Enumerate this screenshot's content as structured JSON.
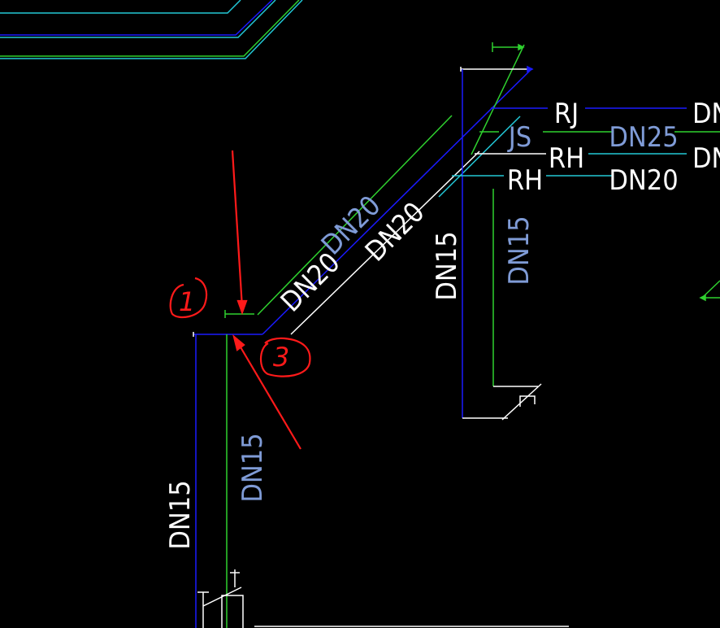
{
  "drawing": {
    "colors": {
      "background": "#000000",
      "blue_pipe": "#1a1aff",
      "green_pipe": "#2fd12f",
      "cyan_pipe": "#22c7d6",
      "white_line": "#ffffff",
      "label_white": "#ffffff",
      "label_blue": "#7f9bd6",
      "markup_red": "#ff1a1a"
    },
    "labels": {
      "diag_upper_dn20": "DN20",
      "diag_lower_dn20_a": "DN20",
      "diag_lower_dn20_b": "DN20",
      "riser_left_dn15": "DN15",
      "riser_mid_dn15": "DN15",
      "riser_right_dn15": "DN15",
      "riser_right_blue_dn15": "DN15",
      "rj": "RJ",
      "js": "JS",
      "rh_upper": "RH",
      "rh_lower": "RH",
      "dn25": "DN25",
      "dn20_right": "DN20",
      "dn_cut_1": "DN",
      "dn_cut_2": "DN"
    },
    "annotations": {
      "circle_1": "1",
      "circle_3": "3"
    }
  }
}
